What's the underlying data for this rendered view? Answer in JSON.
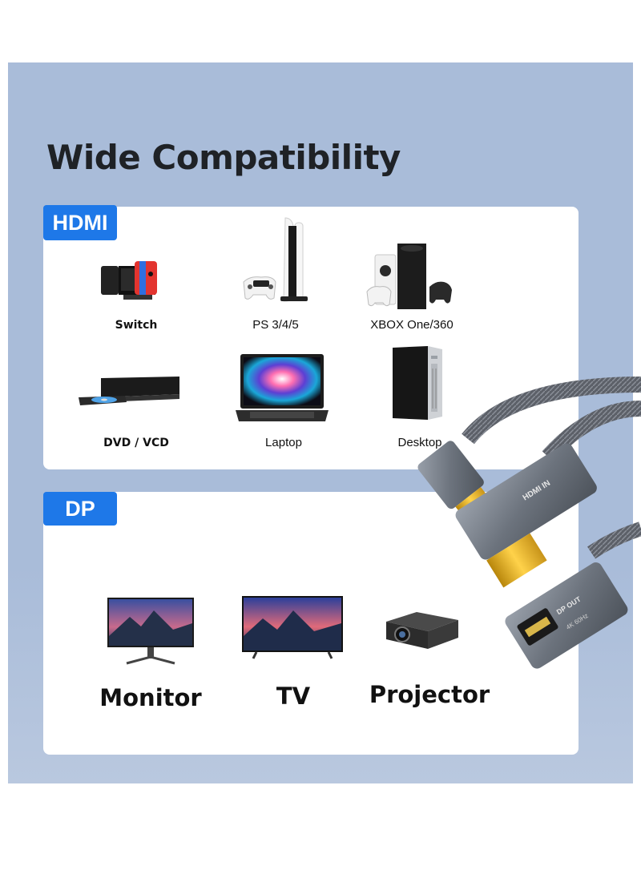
{
  "title": "Wide Compatibility",
  "sections": {
    "hdmi": {
      "tag": "HDMI",
      "devices": [
        {
          "label": "Switch",
          "icon": "switch-console-icon"
        },
        {
          "label": "PS 3/4/5",
          "icon": "playstation-icon"
        },
        {
          "label": "XBOX One/360",
          "icon": "xbox-icon"
        },
        {
          "label": "DVD / VCD",
          "icon": "dvd-player-icon"
        },
        {
          "label": "Laptop",
          "icon": "laptop-icon"
        },
        {
          "label": "Desktop",
          "icon": "desktop-tower-icon"
        }
      ]
    },
    "dp": {
      "tag": "DP",
      "devices": [
        {
          "label": "Monitor",
          "icon": "monitor-icon"
        },
        {
          "label": "TV",
          "icon": "tv-icon"
        },
        {
          "label": "Projector",
          "icon": "projector-icon"
        }
      ]
    }
  },
  "adapter": {
    "hdmi_text": "HDMI IN",
    "dp_text": "DP OUT",
    "res_text": "4K 60Hz"
  },
  "colors": {
    "background": "#a9bcd9",
    "tag_blue": "#1e78e8",
    "card": "#ffffff",
    "title": "#1f2226"
  }
}
